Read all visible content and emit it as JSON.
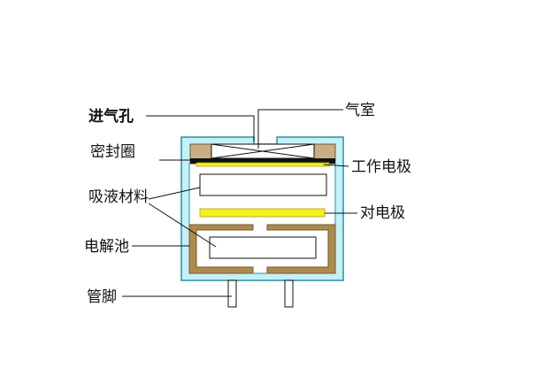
{
  "labels": {
    "inlet": "进气孔",
    "gas_chamber": "气室",
    "seal_ring": "密封圈",
    "working_electrode": "工作电极",
    "absorbent_material": "吸液材料",
    "counter_electrode": "对电极",
    "electrolyte_cell": "电解池",
    "pins": "管脚"
  },
  "colors": {
    "housing_fill": "#c4f0f7",
    "housing_stroke": "#2b8fa3",
    "seal_fill": "#c9ae83",
    "electrolyte_fill": "#b08a4a",
    "electrode_fill": "#f5ef1e",
    "line": "#111111"
  }
}
